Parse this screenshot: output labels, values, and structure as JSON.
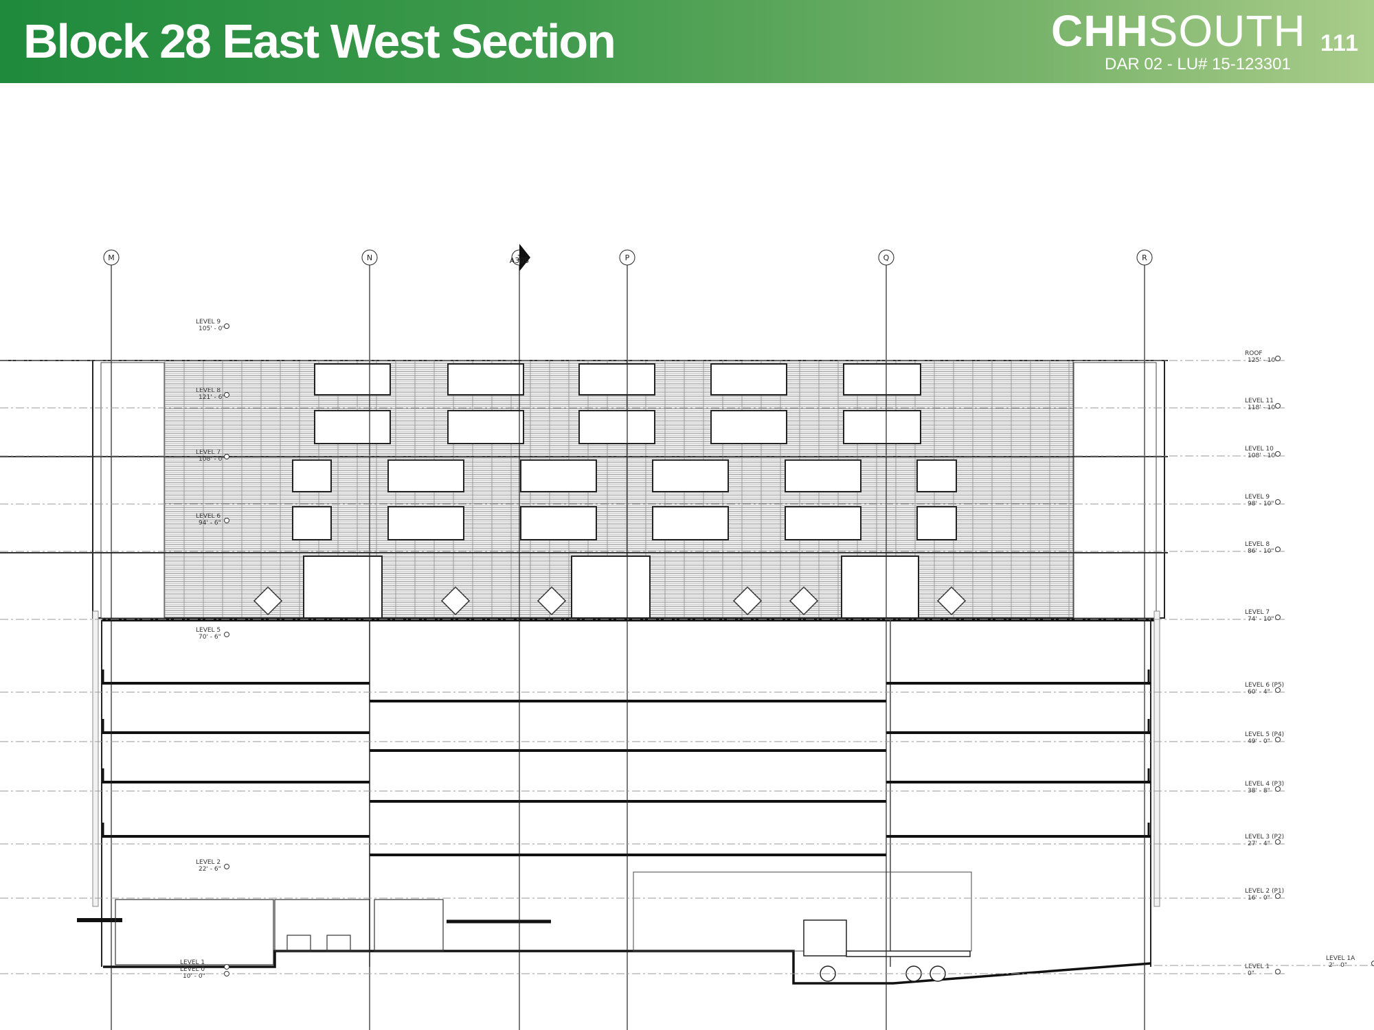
{
  "header": {
    "title": "Block 28 East West Section",
    "brand_bold": "CHH",
    "brand_light": "SOUTH",
    "page_number": "111",
    "subtitle": "DAR 02  - LU# 15-123301",
    "colors": {
      "bar_start": "#1f8a3c",
      "bar_end": "#a9cc8a",
      "text": "#ffffff"
    }
  },
  "drawing": {
    "gridlines": [
      "M",
      "N",
      "1",
      "P",
      "Q",
      "R"
    ],
    "gridline_sheet_ref": "A305",
    "levels_right": [
      {
        "name": "ROOF",
        "elev": "125' - 10\""
      },
      {
        "name": "LEVEL 11",
        "elev": "118' - 10\""
      },
      {
        "name": "LEVEL 10",
        "elev": "108' - 10\""
      },
      {
        "name": "LEVEL 9",
        "elev": "98' - 10\""
      },
      {
        "name": "LEVEL 8",
        "elev": "86' - 10\""
      },
      {
        "name": "LEVEL 7",
        "elev": "74' - 10\""
      },
      {
        "name": "LEVEL 6 (P5)",
        "elev": "60' - 4\""
      },
      {
        "name": "LEVEL 5 (P4)",
        "elev": "49' - 0\""
      },
      {
        "name": "LEVEL 4 (P3)",
        "elev": "38' - 8\""
      },
      {
        "name": "LEVEL 3 (P2)",
        "elev": "27' - 4\""
      },
      {
        "name": "LEVEL 2 (P1)",
        "elev": "16' - 0\""
      },
      {
        "name": "LEVEL 1",
        "elev": "0\""
      },
      {
        "name": "LEVEL 1A",
        "elev": "2' - 0\""
      }
    ],
    "levels_left": [
      {
        "name": "LEVEL 9",
        "elev": "105' - 0\""
      },
      {
        "name": "LEVEL 8",
        "elev": "121' - 6\""
      },
      {
        "name": "LEVEL 7",
        "elev": "108' - 0\""
      },
      {
        "name": "LEVEL 6",
        "elev": "94' - 6\""
      },
      {
        "name": "LEVEL 5",
        "elev": "70' - 6\""
      },
      {
        "name": "LEVEL 2",
        "elev": "22' - 6\""
      },
      {
        "name": "LEVEL 1",
        "elev": ""
      },
      {
        "name": "LEVEL 0",
        "elev": "10' - 0\""
      }
    ]
  }
}
